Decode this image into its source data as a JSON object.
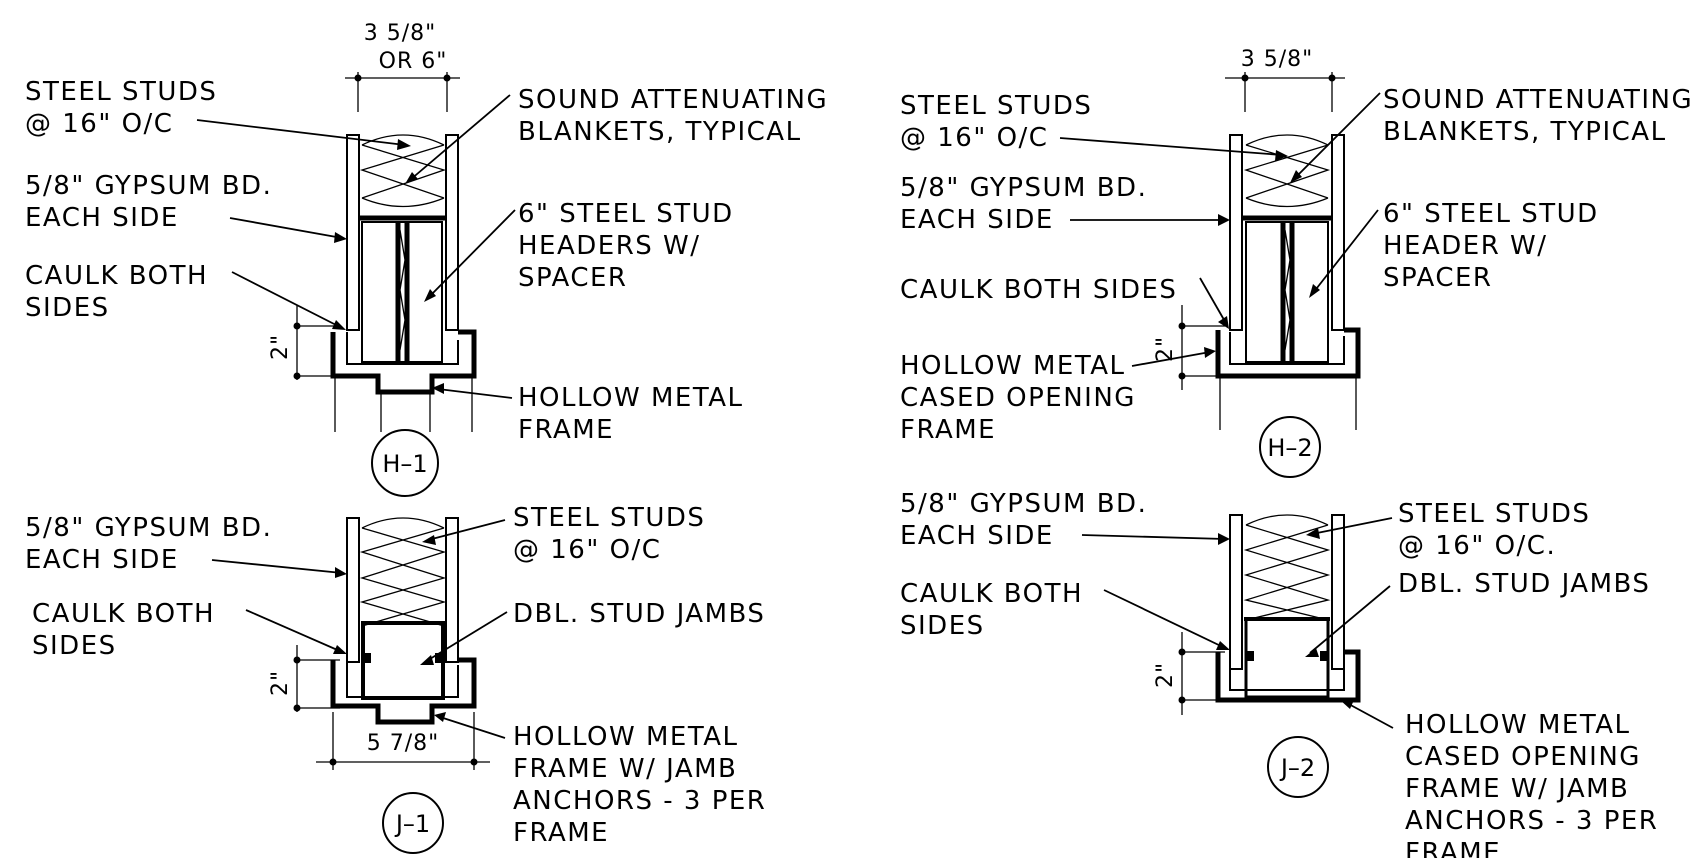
{
  "details": {
    "h1": {
      "tag": "H–1",
      "width_dim": [
        "3 5/8\"",
        "OR 6\""
      ],
      "height_dim": "2\"",
      "studs": [
        "STEEL STUDS",
        "@ 16\" O/C"
      ],
      "gypsum": [
        "5/8\" GYPSUM BD.",
        "EACH SIDE"
      ],
      "caulk": [
        "CAULK BOTH",
        "SIDES"
      ],
      "blankets": [
        "SOUND ATTENUATING",
        "BLANKETS, TYPICAL"
      ],
      "header": [
        "6\" STEEL STUD",
        "HEADERS W/",
        "SPACER"
      ],
      "frame": [
        "HOLLOW METAL",
        "FRAME"
      ]
    },
    "h2": {
      "tag": "H–2",
      "width_dim": "3 5/8\"",
      "height_dim": "2\"",
      "studs": [
        "STEEL STUDS",
        "@ 16\" O/C"
      ],
      "gypsum": [
        "5/8\" GYPSUM BD.",
        "EACH SIDE"
      ],
      "caulk": "CAULK BOTH SIDES",
      "frame": [
        "HOLLOW METAL",
        "CASED OPENING",
        "FRAME"
      ],
      "blankets": [
        "SOUND ATTENUATING",
        "BLANKETS, TYPICAL"
      ],
      "header": [
        "6\" STEEL STUD",
        "HEADER W/",
        "SPACER"
      ]
    },
    "j1": {
      "tag": "J–1",
      "width_dim": "5 7/8\"",
      "height_dim": "2\"",
      "gypsum": [
        "5/8\" GYPSUM BD.",
        "EACH SIDE"
      ],
      "caulk": [
        "CAULK BOTH",
        "SIDES"
      ],
      "studs": [
        "STEEL STUDS",
        "@ 16\" O/C"
      ],
      "jambs": "DBL. STUD JAMBS",
      "frame": [
        "HOLLOW METAL",
        "FRAME W/ JAMB",
        "ANCHORS - 3 PER",
        "FRAME"
      ]
    },
    "j2": {
      "tag": "J–2",
      "height_dim": "2\"",
      "gypsum": [
        "5/8\" GYPSUM BD.",
        "EACH SIDE"
      ],
      "caulk": [
        "CAULK BOTH",
        "SIDES"
      ],
      "studs": [
        "STEEL STUDS",
        "@ 16\" O/C."
      ],
      "jambs": "DBL. STUD JAMBS",
      "frame": [
        "HOLLOW METAL",
        "CASED OPENING",
        "FRAME W/ JAMB",
        "ANCHORS - 3 PER",
        "FRAME"
      ]
    }
  }
}
